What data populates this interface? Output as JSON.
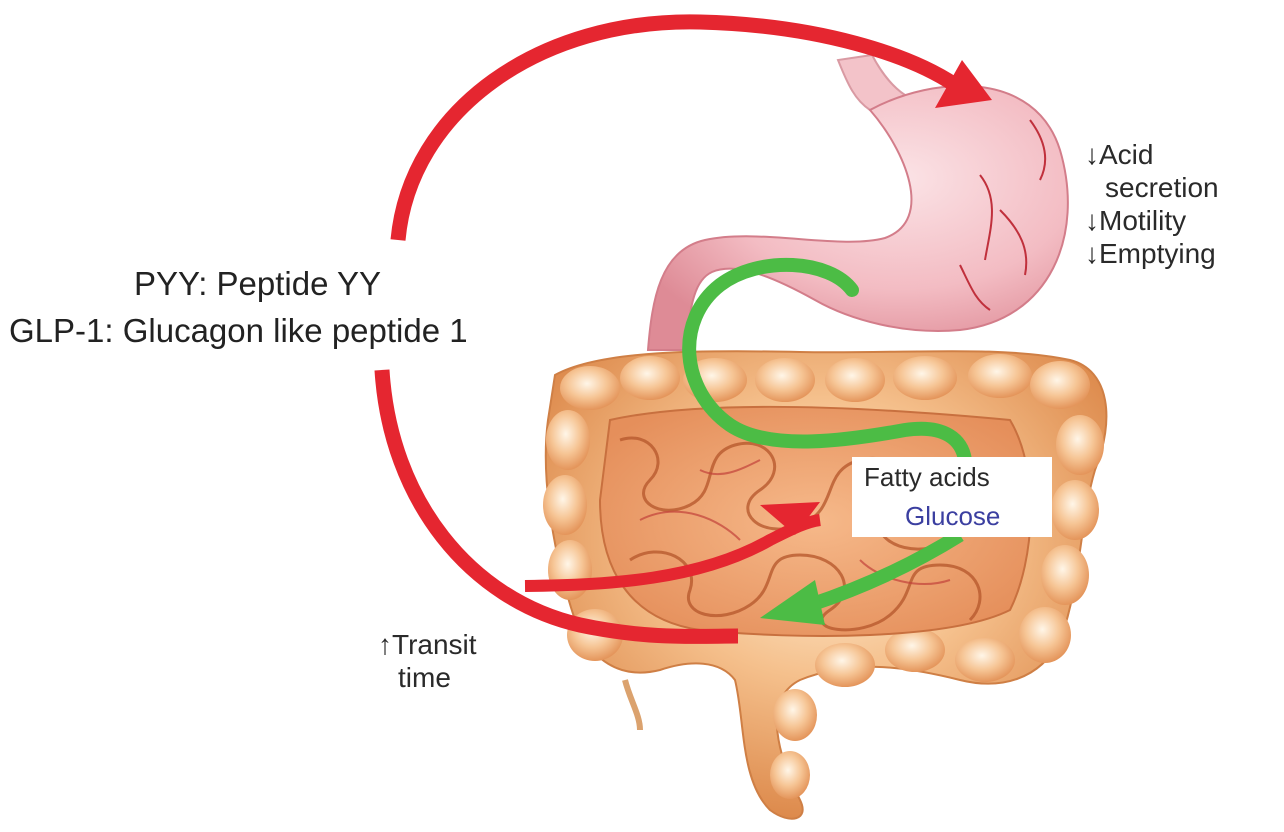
{
  "legend": {
    "pyy": "PYY: Peptide YY",
    "glp1": "GLP-1: Glucagon like peptide 1"
  },
  "stomach_effects": [
    "↓Acid",
    "secretion",
    "↓Motility",
    "↓Emptying"
  ],
  "nutrients": {
    "fatty_acids": "Fatty acids",
    "glucose": "Glucose"
  },
  "transit": [
    "↑Transit",
    "time"
  ],
  "colors": {
    "feedback_arrow": "#e52630",
    "nutrient_arrow": "#4cbc45",
    "stomach": "#f1b2ba",
    "intestine": "#eea46a",
    "glucose_text": "#3b3fa0"
  }
}
